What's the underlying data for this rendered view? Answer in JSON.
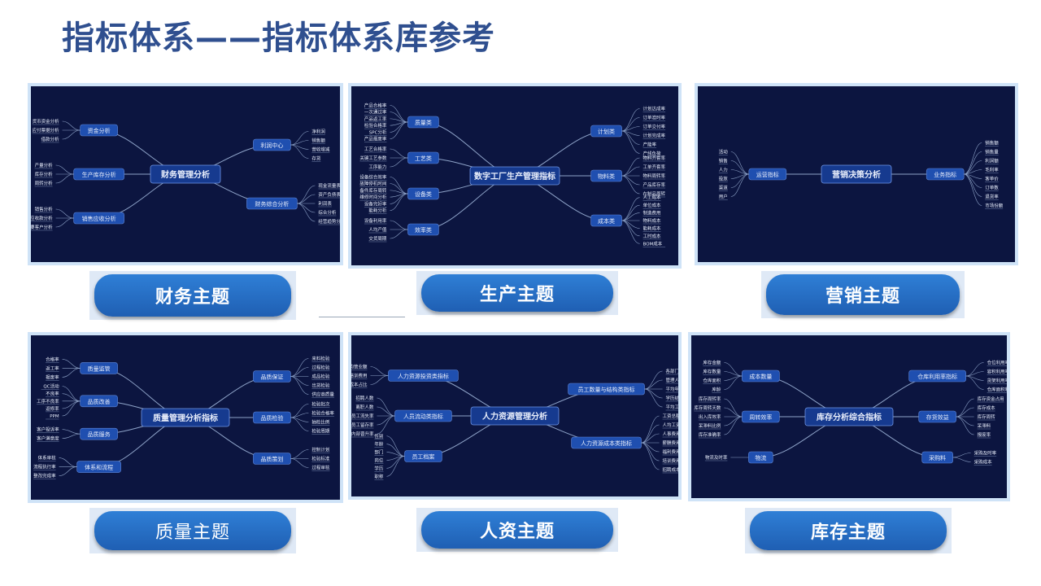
{
  "title": "指标体系——指标体系库参考",
  "colors": {
    "title": "#2f4f8f",
    "panel": "#0c1540",
    "node": "#1f4fb0",
    "line": "#8ea3c8",
    "pill": "#2773cc"
  },
  "cards": [
    {
      "label": "财务主题",
      "diagram": {
        "center": "财务管理分析",
        "branches": [
          {
            "name": "资金分析",
            "leaves": [
              "货币资金分析",
              "应付票据分析",
              "借款分析"
            ]
          },
          {
            "name": "生产库存分析",
            "leaves": [
              "产量分析",
              "库存分析",
              "周转分析"
            ]
          },
          {
            "name": "销售应收分析",
            "leaves": [
              "销售分析",
              "应收款分析",
              "重要客户分析"
            ]
          },
          {
            "name": "利润中心",
            "leaves": [
              "净利润",
              "销售额",
              "营收增减",
              "存货"
            ]
          },
          {
            "name": "财务综合分析",
            "leaves": [
              "现金流量表",
              "资产负债表",
              "利润表",
              "综合分析",
              "经营趋势分析"
            ]
          }
        ]
      }
    },
    {
      "label": "生产主题",
      "diagram": {
        "center": "数字工厂生产管理指标",
        "branches": [
          {
            "name": "质量类",
            "leaves": [
              "产品合格率",
              "一次通过率",
              "产品返工率",
              "检验合格率",
              "SPC分析",
              "产品报废率"
            ]
          },
          {
            "name": "工艺类",
            "leaves": [
              "工艺合格率",
              "关键工艺参数",
              "工序能力"
            ]
          },
          {
            "name": "设备类",
            "leaves": [
              "设备综合效率",
              "故障停机时间",
              "备件库存周转",
              "维修时间分析",
              "设备完好率",
              "能耗分析"
            ]
          },
          {
            "name": "效率类",
            "leaves": [
              "设备利用率",
              "人均产值",
              "交货周期"
            ]
          },
          {
            "name": "计划类",
            "leaves": [
              "计划达成率",
              "订单准时率",
              "订单交付率",
              "计划完成率",
              "产能率",
              "产线负荷"
            ]
          },
          {
            "name": "物料类",
            "leaves": [
              "物料齐套率",
              "工单齐套率",
              "物料周转率",
              "产品库存率",
              "在制品周转"
            ]
          },
          {
            "name": "成本类",
            "leaves": [
              "人工成本",
              "单位成本",
              "制造费用",
              "物料成本",
              "能耗成本",
              "工时成本",
              "BOM成本"
            ]
          }
        ]
      }
    },
    {
      "label": "营销主题",
      "diagram": {
        "center": "营销决策分析",
        "branches": [
          {
            "name": "运营指标",
            "leaves": [
              "活动",
              "销售",
              "人力",
              "投放",
              "渠道",
              "用户"
            ]
          },
          {
            "name": "业务指标",
            "leaves": [
              "销售额",
              "销售量",
              "利润额",
              "毛利率",
              "客单价",
              "订单数",
              "退货率",
              "市场份额"
            ]
          }
        ]
      }
    },
    {
      "label": "质量主题",
      "diagram": {
        "center": "质量管理分析指标",
        "branches": [
          {
            "name": "质量监管",
            "leaves": [
              "合格率",
              "返工率",
              "报废率"
            ]
          },
          {
            "name": "品质改善",
            "leaves": [
              "QC活动",
              "不良率",
              "工序不良率",
              "返修率",
              "PPM"
            ]
          },
          {
            "name": "品质服务",
            "leaves": [
              "客户投诉率",
              "客户满意度"
            ]
          },
          {
            "name": "体系和流程",
            "leaves": [
              "体系审核",
              "流程执行率",
              "整改完成率"
            ]
          },
          {
            "name": "品质保证",
            "leaves": [
              "来料检验",
              "过程检验",
              "成品检验",
              "出货检验",
              "供应商质量"
            ]
          },
          {
            "name": "品质检验",
            "leaves": [
              "检验批次",
              "检验合格率",
              "抽检比例",
              "检验周期"
            ]
          },
          {
            "name": "品质策划",
            "leaves": [
              "控制计划",
              "检验标准",
              "过程审核"
            ]
          }
        ]
      }
    },
    {
      "label": "人资主题",
      "diagram": {
        "center": "人力资源管理分析",
        "branches": [
          {
            "name": "人力资源投资类指标",
            "leaves": [
              "人均营业额",
              "人均培训费用",
              "人力成本占比"
            ]
          },
          {
            "name": "人员流动类指标",
            "leaves": [
              "招聘人数",
              "离职人数",
              "员工流失率",
              "员工留存率",
              "内部晋升率"
            ]
          },
          {
            "name": "员工档案",
            "leaves": [
              "性别",
              "年龄",
              "部门",
              "岗位",
              "学历",
              "职称"
            ]
          },
          {
            "name": "员工数量与结构类指标",
            "leaves": [
              "各部门人员数量及比例",
              "管理人员比例",
              "平均年龄",
              "学历结构",
              "平均工龄"
            ]
          },
          {
            "name": "人力资源成本类指标",
            "leaves": [
              "工资总额",
              "人均工资",
              "人事费用率",
              "薪酬费用率",
              "福利费用率",
              "培训费用率",
              "招聘成本"
            ]
          }
        ]
      }
    },
    {
      "label": "库存主题",
      "diagram": {
        "center": "库存分析综合指标",
        "branches": [
          {
            "name": "成本数量",
            "leaves": [
              "库存金额",
              "库存数量",
              "仓库面积",
              "库龄"
            ]
          },
          {
            "name": "周转效率",
            "leaves": [
              "库存周转率",
              "库存周转天数",
              "出入库效率",
              "呆滞料比例",
              "库存准确率"
            ]
          },
          {
            "name": "物流",
            "leaves": [
              "物流及时率"
            ]
          },
          {
            "name": "仓库利用率指标",
            "leaves": [
              "仓位利用率",
              "容积利用率",
              "货架利用率",
              "仓库面积利用率"
            ]
          },
          {
            "name": "存货效益",
            "leaves": [
              "库存资金占用",
              "库存成本",
              "库存周转",
              "呆滞料",
              "报废率"
            ]
          },
          {
            "name": "采购料",
            "leaves": [
              "采购及时率",
              "采购成本"
            ]
          }
        ]
      }
    }
  ]
}
